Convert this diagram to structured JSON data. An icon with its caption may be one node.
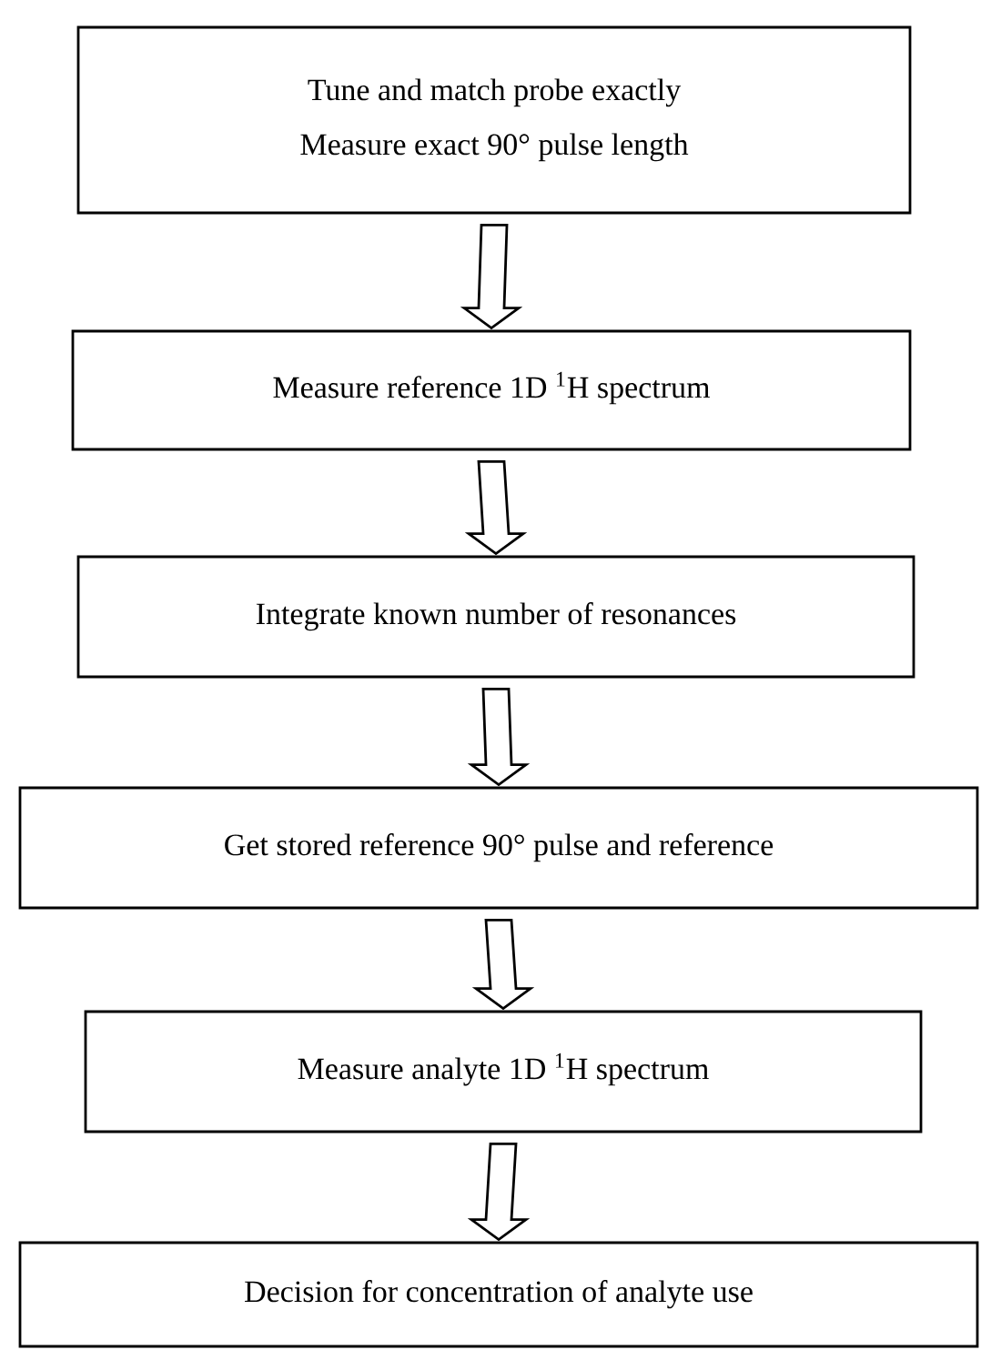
{
  "diagram": {
    "nodes": [
      {
        "text": [
          "Tune and match probe exactly",
          "Measure exact 90° pulse length"
        ]
      },
      {
        "text": [
          "Measure reference 1D $^{1}$H spectrum"
        ]
      },
      {
        "text": [
          "Integrate known number of resonances"
        ]
      },
      {
        "text": [
          "Get stored reference 90°  pulse and reference"
        ]
      },
      {
        "text": [
          "Measure analyte 1D $^{1}$H spectrum"
        ]
      },
      {
        "text": [
          "Decision for concentration of analyte use"
        ]
      }
    ],
    "edges": [
      {
        "from": 0,
        "to": 1,
        "arrow": "to"
      },
      {
        "from": 1,
        "to": 2,
        "arrow": "to"
      },
      {
        "from": 2,
        "to": 3,
        "arrow": "to"
      },
      {
        "from": 3,
        "to": 4,
        "arrow": "to"
      },
      {
        "from": 4,
        "to": 5,
        "arrow": "to"
      }
    ]
  }
}
